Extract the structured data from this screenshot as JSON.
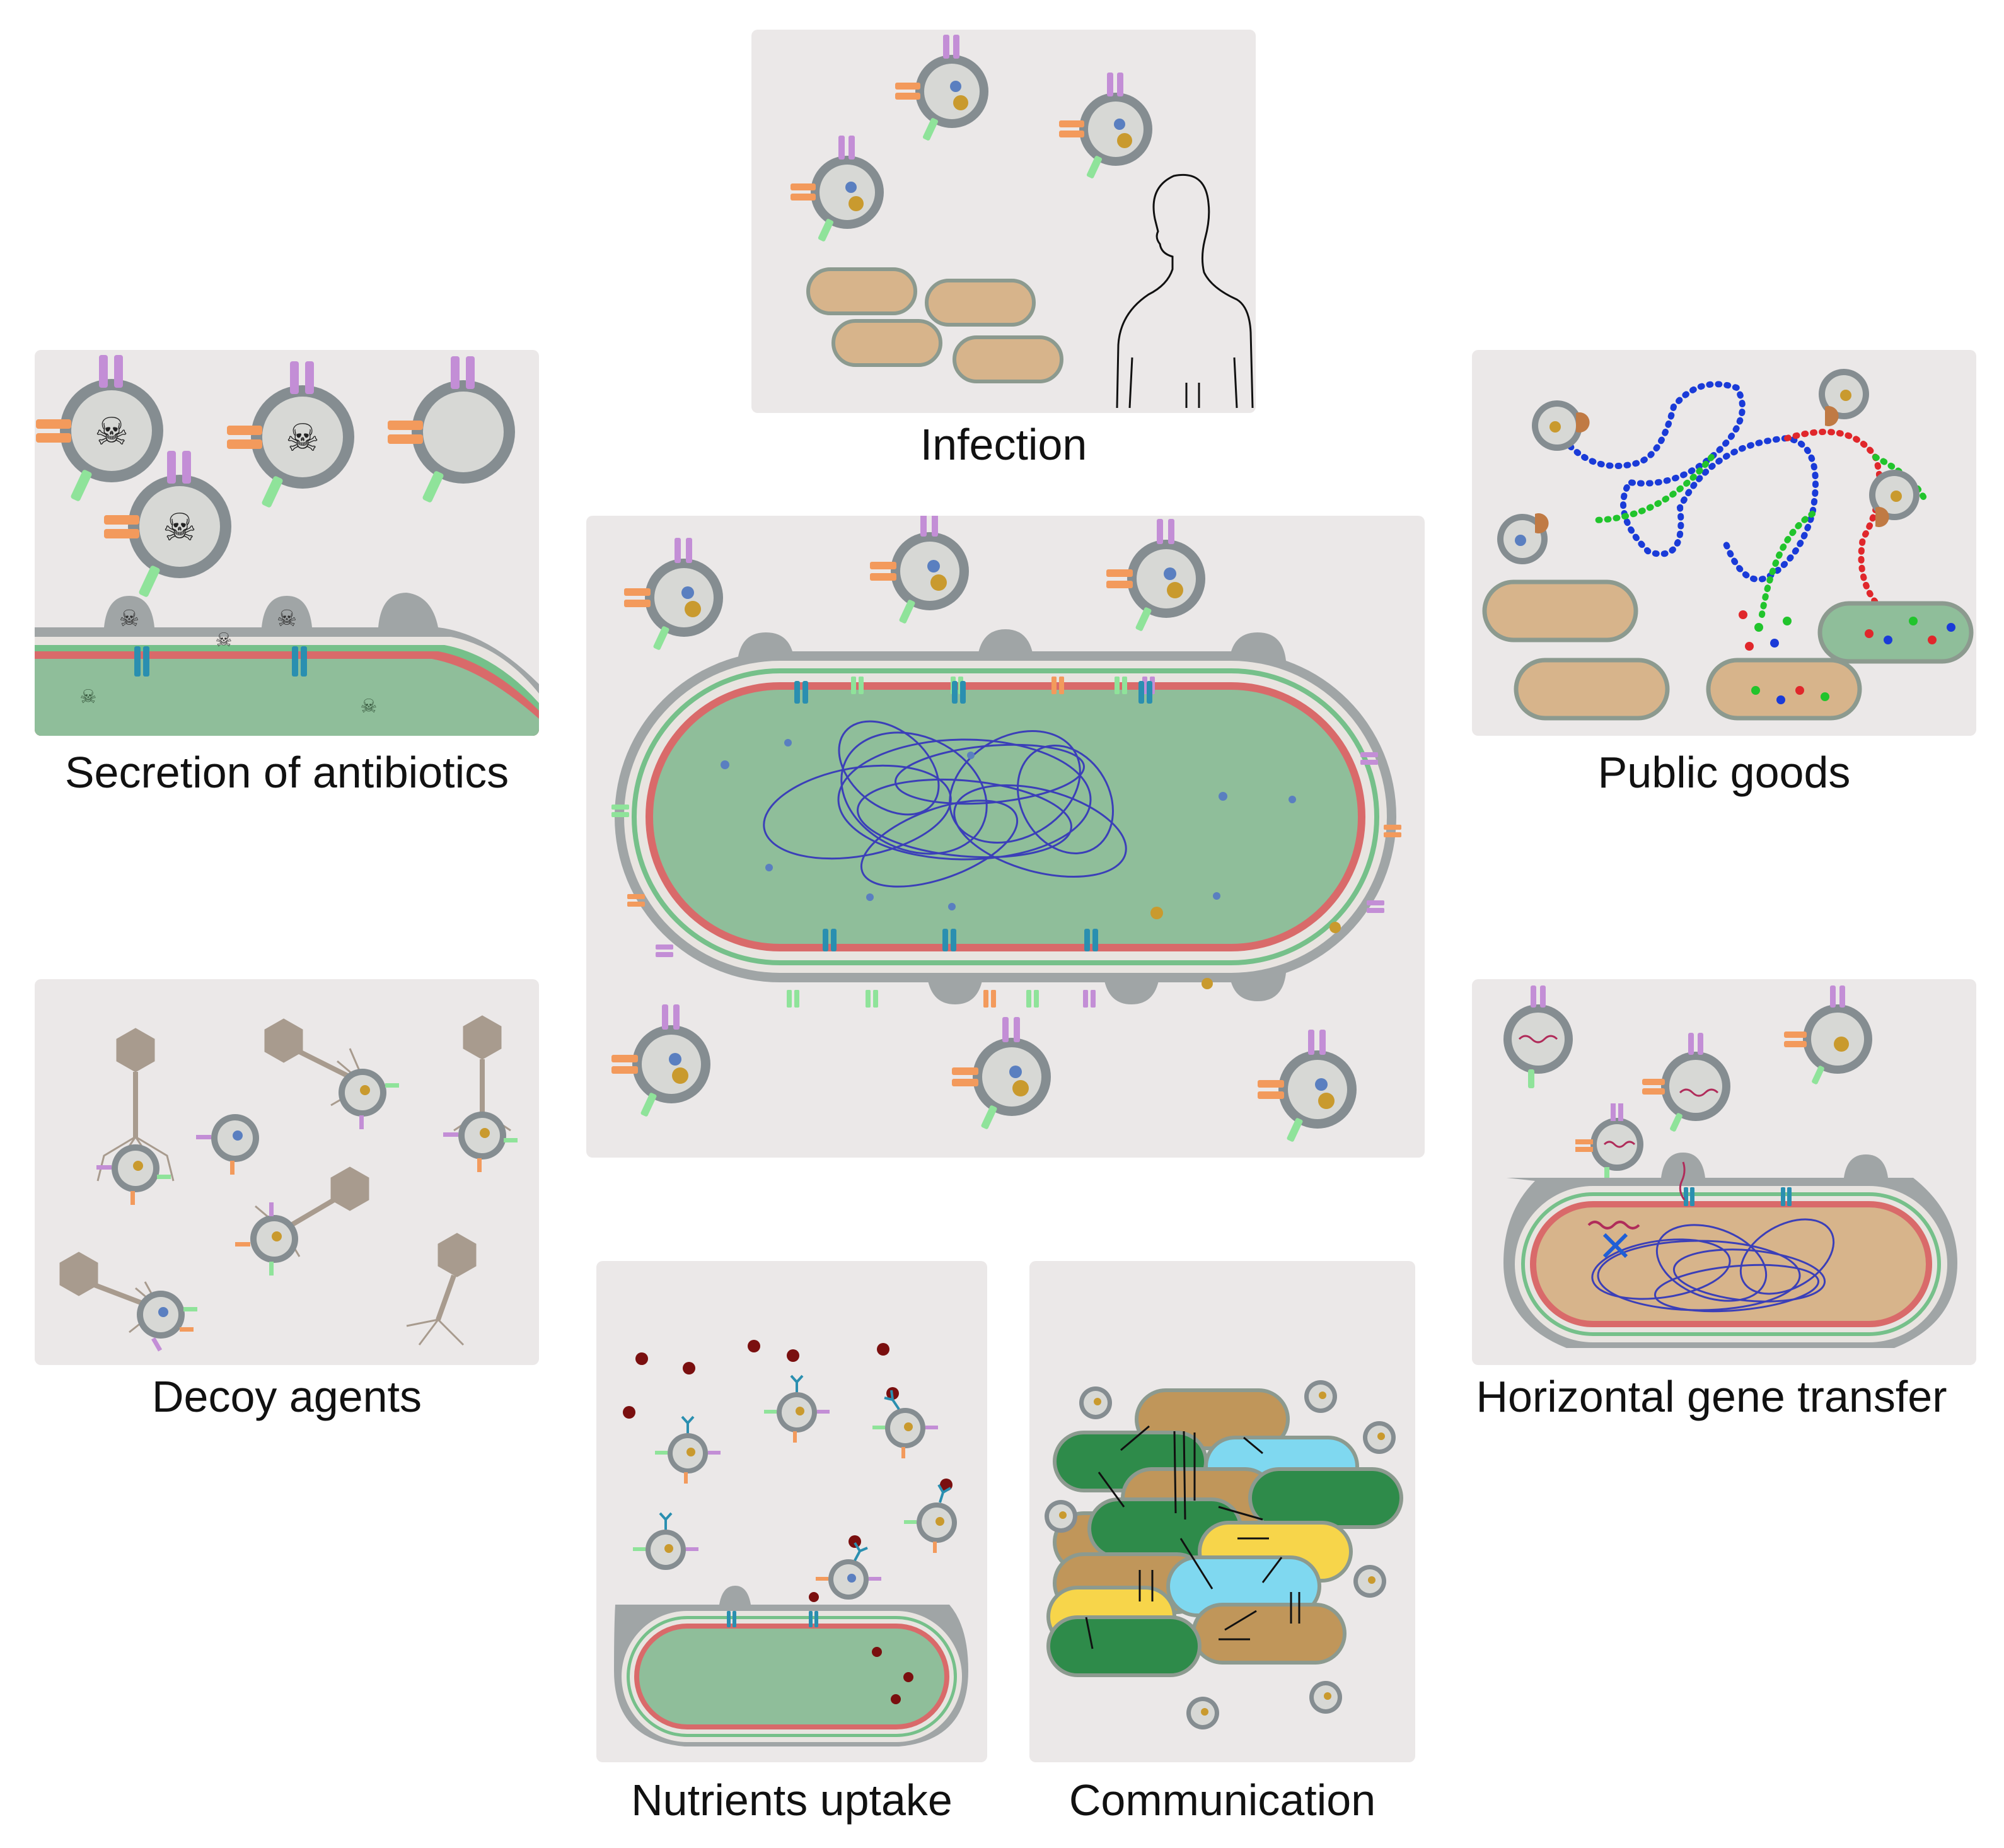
{
  "labels": {
    "infection": "Infection",
    "secretion": "Secretion of antibiotics",
    "public_goods": "Public goods",
    "decoy": "Decoy agents",
    "hgt": "Horizontal gene transfer",
    "nutrients": "Nutrients uptake",
    "communication": "Communication"
  },
  "colors": {
    "panel_bg": "#ebe8e8",
    "vesicle_ring": "#858d91",
    "vesicle_lumen": "#d7d8d5",
    "cytoplasm_green": "#8fbe9a",
    "cytoplasm_tan": "#d7b48b",
    "inner_membrane": "#d96a6a",
    "periplasm_line": "#76c08a",
    "protein_purple": "#c38ed6",
    "protein_orange": "#f39a5c",
    "protein_green": "#8fe39a",
    "porin_teal": "#2a8fb0",
    "dna_blue": "#3b3fb8",
    "phage_brown": "#a89b8e",
    "comm_green": "#2e8b4a",
    "comm_brown": "#c0965a",
    "comm_cyan": "#7fd8f0",
    "comm_yellow": "#f7d54a",
    "nutrient_red": "#7a0f0f"
  },
  "icons": [
    "skull-icon",
    "human-silhouette-icon",
    "phage-icon",
    "dna-coil-icon",
    "vesicle-icon",
    "nutrient-particle-icon",
    "signal-arrow-icon"
  ]
}
